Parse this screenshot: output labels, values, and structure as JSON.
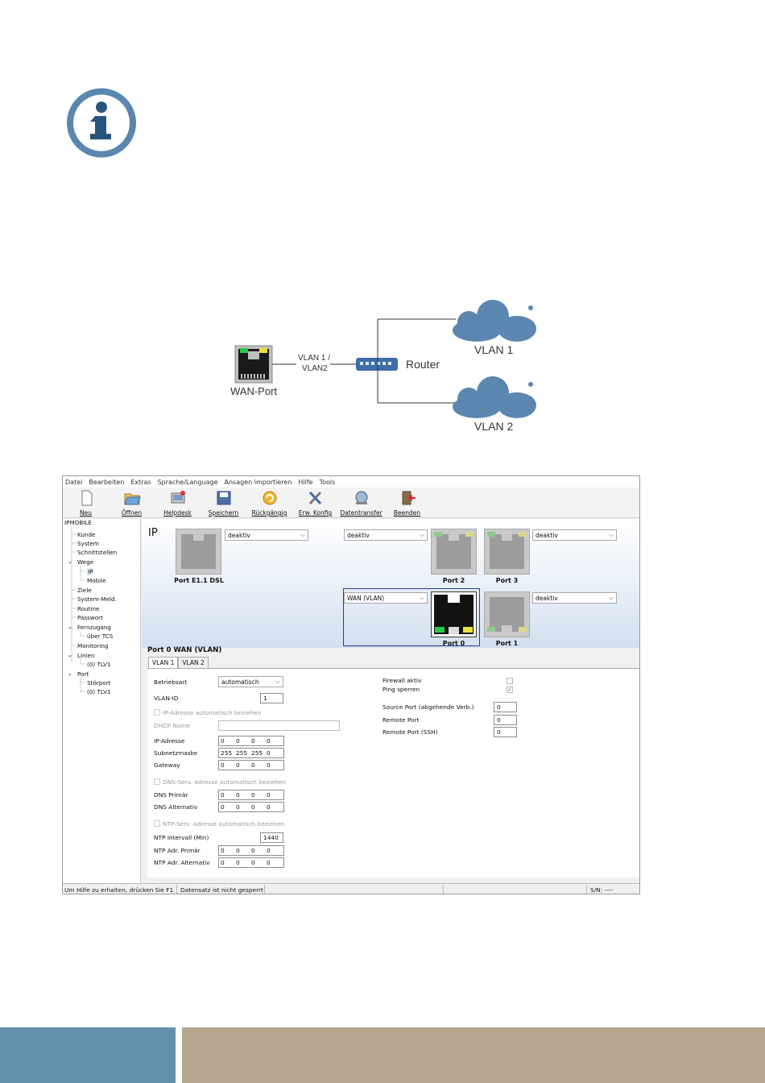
{
  "colors": {
    "accent_blue": "#5b86b0",
    "footer_blue": "#6391ac",
    "footer_tan": "#b5a68e"
  },
  "info_icon": "info-icon",
  "diagram": {
    "wan_port": "WAN-Port",
    "link": [
      "VLAN 1 /",
      "VLAN2"
    ],
    "router": "Router",
    "vlan1": "VLAN 1",
    "vlan2": "VLAN 2"
  },
  "app": {
    "menu": [
      "Datei",
      "Bearbeiten",
      "Extras",
      "Sprache/Language",
      "Ansagen importieren",
      "Hilfe",
      "Tools"
    ],
    "toolbar": [
      {
        "label": "Neu",
        "icon": "new-document-icon"
      },
      {
        "label": "Öffnen",
        "icon": "open-folder-icon"
      },
      {
        "label": "Helpdesk",
        "icon": "helpdesk-icon"
      },
      {
        "label": "Speichern",
        "icon": "save-icon"
      },
      {
        "label": "Rückgängig",
        "icon": "undo-icon"
      },
      {
        "label": "Erw. Konfig",
        "icon": "tools-icon"
      },
      {
        "label": "Datentransfer",
        "icon": "data-transfer-icon"
      },
      {
        "label": "Beenden",
        "icon": "exit-icon"
      }
    ],
    "tree": [
      "IPMOBILE",
      "Kunde",
      "System",
      "Schnittstellen",
      "Wege",
      "IP",
      "Mobile",
      "Ziele",
      "System-Meld.",
      "Routine",
      "Passwort",
      "Fernzugang",
      "über TCS",
      "Monitoring",
      "Linien",
      "(0) TLV1",
      "Port",
      "Störport",
      "(0) TLV1"
    ],
    "ip_title": "IP",
    "ports": {
      "e11": {
        "label": "Port E1.1 DSL",
        "select": "deaktiv"
      },
      "p2": {
        "label": "Port 2",
        "select": "deaktiv"
      },
      "p3": {
        "label": "Port 3",
        "select": "deaktiv"
      },
      "p0": {
        "label": "Port 0",
        "select": "WAN (VLAN)"
      },
      "p1": {
        "label": "Port 1",
        "select": "deaktiv"
      }
    },
    "section_title": "Port 0 WAN (VLAN)",
    "tabs": [
      "VLAN 1",
      "VLAN 2"
    ],
    "form": {
      "betriebsart_label": "Betriebsart",
      "betriebsart_value": "automatisch",
      "vlanid_label": "VLAN-ID",
      "vlanid_value": "1",
      "ip_auto": "IP-Adresse automatisch beziehen",
      "dhcp_label": "DHCP Name",
      "ip_label": "IP-Adresse",
      "ip_value": [
        "0",
        "0",
        "0",
        "0"
      ],
      "subnet_label": "Subnetzmaske",
      "subnet_value": [
        "255",
        "255",
        "255",
        "0"
      ],
      "gateway_label": "Gateway",
      "gateway_value": [
        "0",
        "0",
        "0",
        "0"
      ],
      "dns_auto": "DNS-Serv. Adresse automatisch beziehen",
      "dns1_label": "DNS Primär",
      "dns1_value": [
        "0",
        "0",
        "0",
        "0"
      ],
      "dns2_label": "DNS Alternativ",
      "dns2_value": [
        "0",
        "0",
        "0",
        "0"
      ],
      "ntp_auto": "NTP-Serv. Adresse automatisch beziehen",
      "ntp_int_label": "NTP Intervall (Min)",
      "ntp_int_value": "1440",
      "ntp1_label": "NTP Adr. Primär",
      "ntp1_value": [
        "0",
        "0",
        "0",
        "0"
      ],
      "ntp2_label": "NTP Adr. Alternativ",
      "ntp2_value": [
        "0",
        "0",
        "0",
        "0"
      ],
      "firewall_label": "Firewall aktiv",
      "firewall_checked": false,
      "ping_label": "Ping sperren",
      "ping_checked": true,
      "src_label": "Source Port (abgehende Verb.)",
      "src_value": "0",
      "remote_label": "Remote Port",
      "remote_value": "0",
      "ssh_label": "Remote Port (SSH)",
      "ssh_value": "0"
    },
    "status": {
      "help": "Um Hilfe zu erhalten, drücken Sie F1",
      "lock": "Datensatz ist nicht gesperrt",
      "sn": "S/N: ----"
    }
  }
}
